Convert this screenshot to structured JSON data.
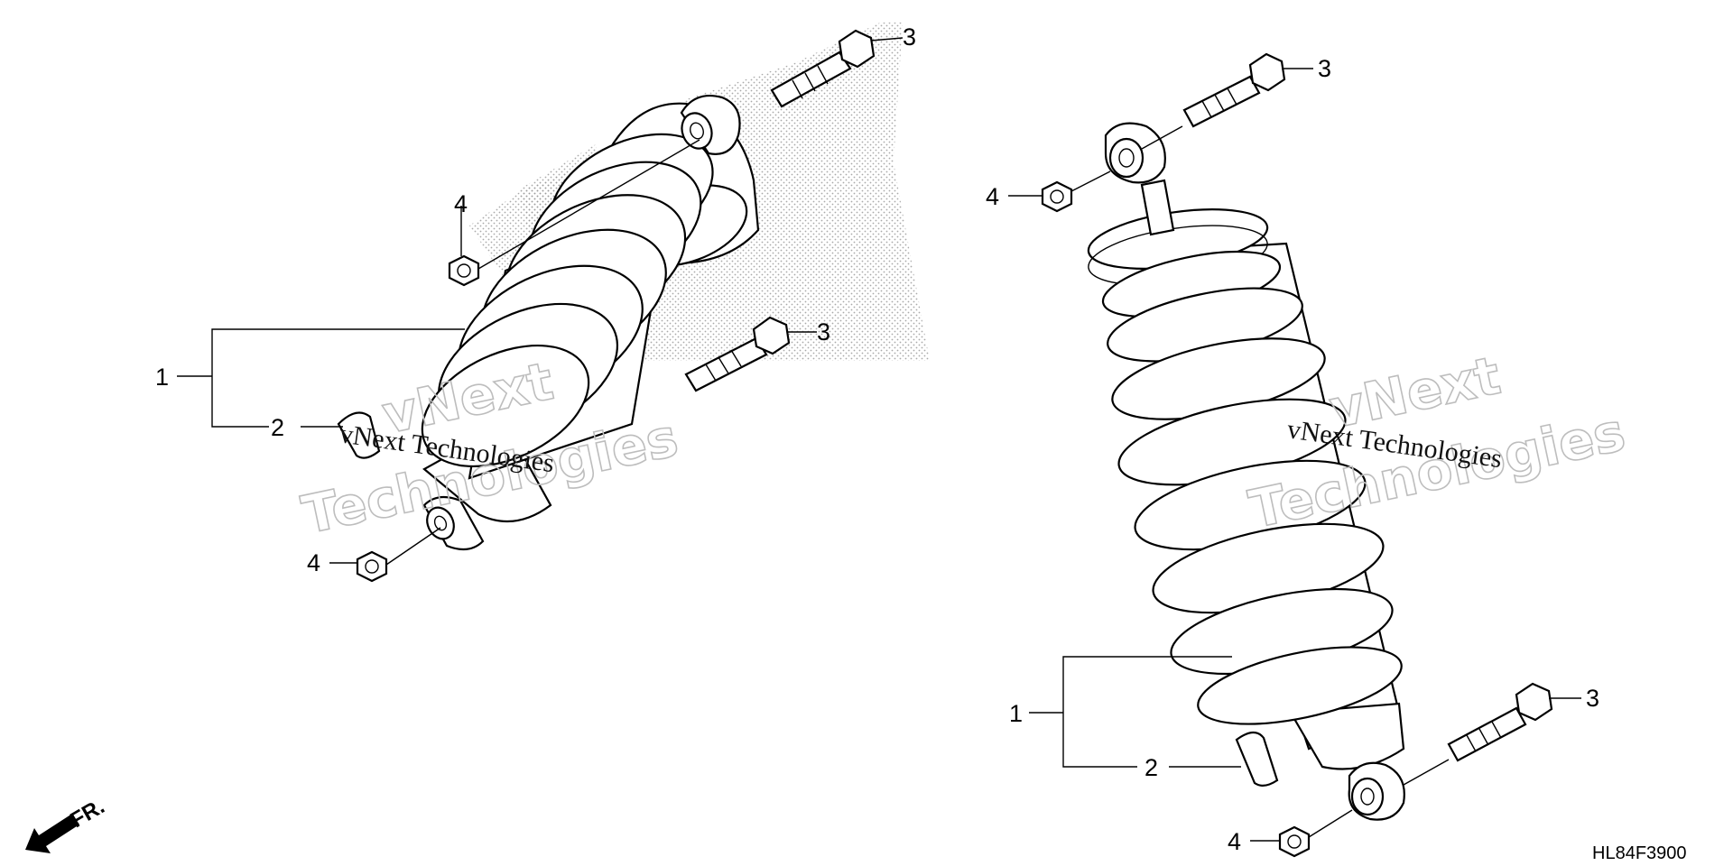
{
  "diagram": {
    "drawing_code": "HL84F3900",
    "direction_label": "FR.",
    "watermark": {
      "line1": "vNext",
      "line2": "Technologies",
      "overlay": "vNext Technologies"
    },
    "callouts": {
      "shock_absorber": "1",
      "label": "2",
      "bolt": "3",
      "nut": "4"
    }
  }
}
